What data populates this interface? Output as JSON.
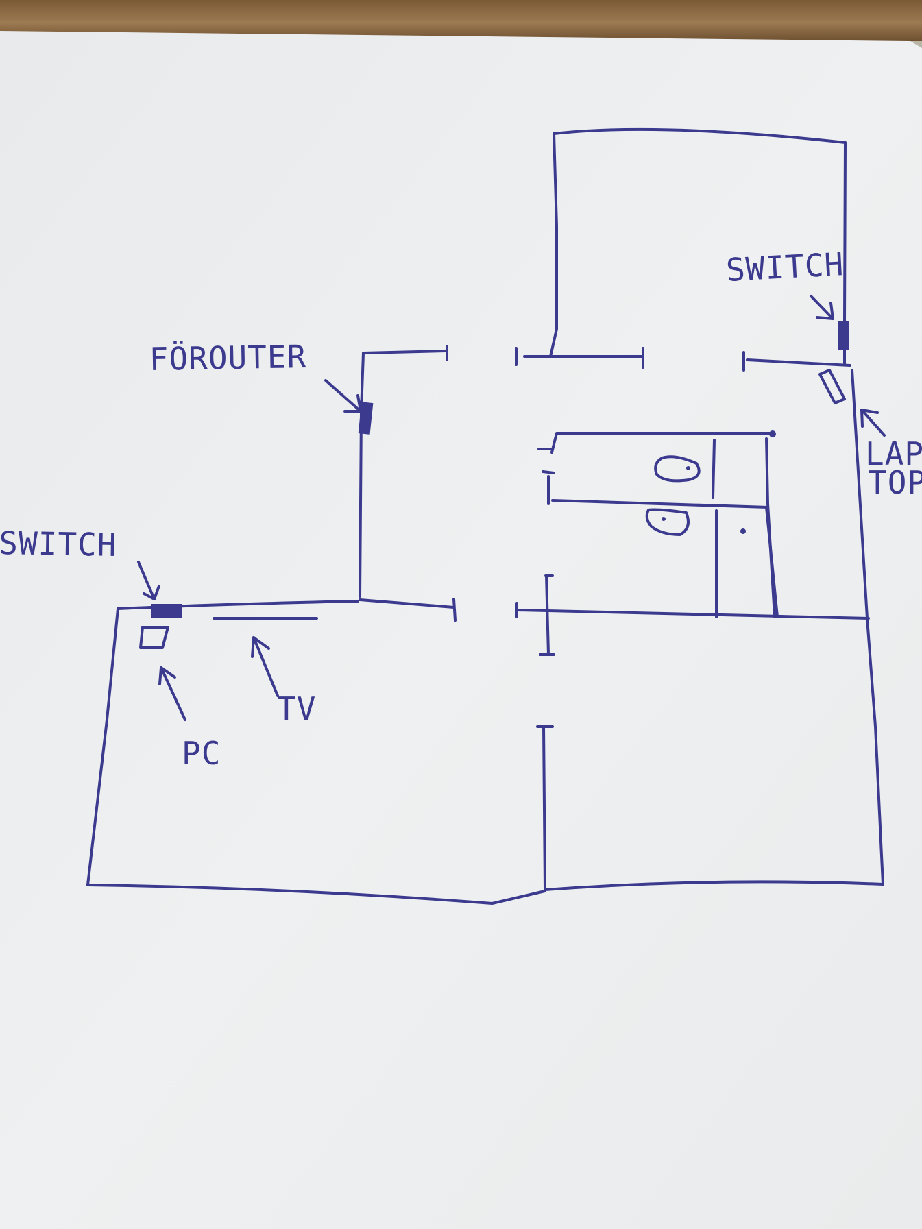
{
  "labels": {
    "forouter": "FÖROUTER",
    "switch_left": "SWITCH",
    "switch_right": "SWITCH",
    "laptop_line1": "LAP",
    "laptop_line2": "TOP",
    "tv": "TV",
    "pc": "PC"
  },
  "colors": {
    "ink": "#3b3a8e",
    "paper": "#eceef0",
    "desk": "#8a6a45"
  }
}
